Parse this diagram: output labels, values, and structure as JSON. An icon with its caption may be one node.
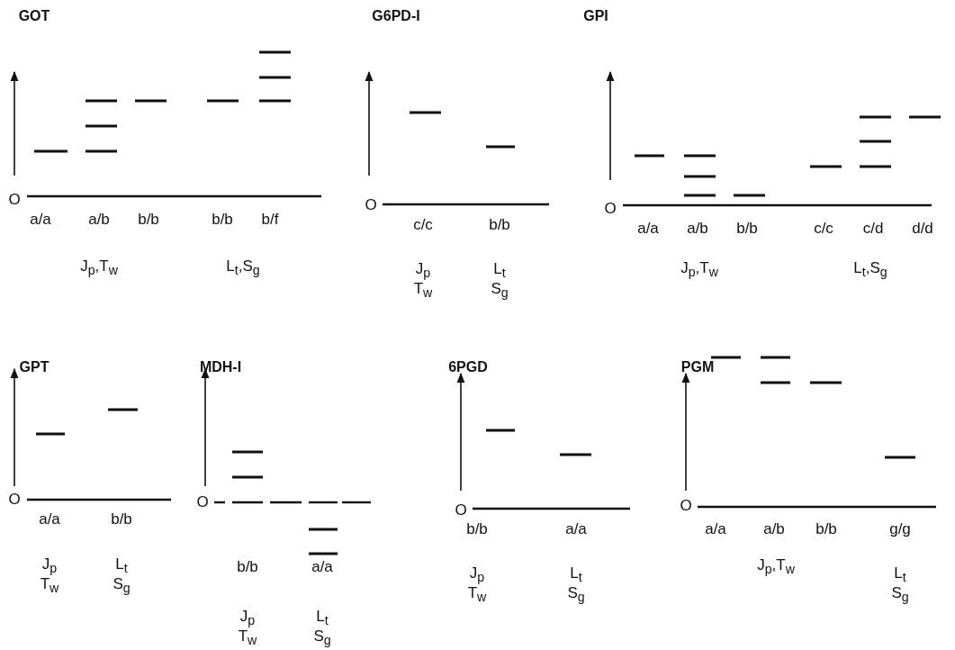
{
  "diagram": {
    "labels": [
      "GOT",
      "O",
      "a/a",
      "a/b",
      "b/b",
      "b/b",
      "b/f",
      "J$_{p}$,T$_{w}$",
      "L$_{t}$,S$_{g}$",
      "G6PD-I",
      "O",
      "c/c",
      "b/b",
      "J$_{p}$ T$_{w}$",
      "L$_{t}$ S$_{g}$",
      "GPI",
      "O",
      "a/a",
      "a/b",
      "b/b",
      "c/c",
      "c/d",
      "d/d",
      "J$_{p}$,T$_{w}$",
      "L$_{t}$,S$_{g}$",
      "GPT",
      "O",
      "a/a",
      "b/b",
      "J$_{p}$ T$_{w}$",
      "L$_{t}$ S$_{g}$",
      "MDH-I",
      "O",
      "b/b",
      "a/a",
      "J$_{p}$ T$_{w}$",
      "L$_{t}$ S$_{g}$",
      "6PGD",
      "O",
      "b/b",
      "a/a",
      "J$_{p}$ T$_{w}$",
      "L$_{t}$ S$_{g}$",
      "PGM",
      "O",
      "a/a",
      "a/b",
      "b/b",
      "g/g",
      "J$_{p}$,T$_{w}$",
      "L$_{t}$ S$_{g}$"
    ]
  }
}
